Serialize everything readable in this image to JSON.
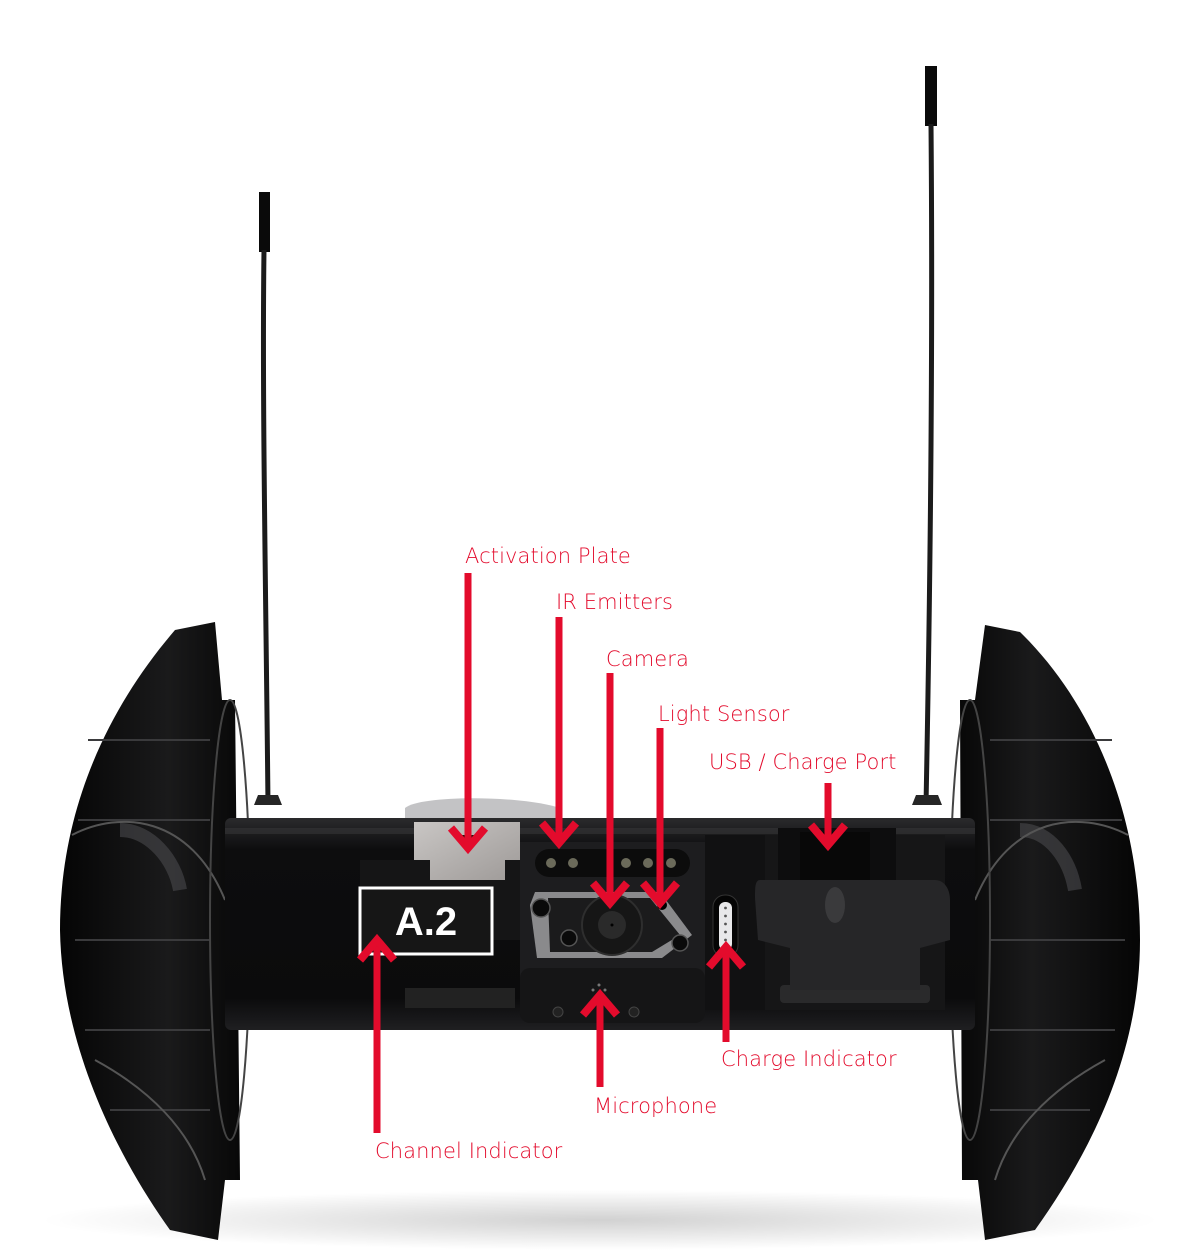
{
  "diagram": {
    "subject": "Two-wheeled throwable robot, front view",
    "accent_color": "#e30b2c",
    "badge_text": "A.2",
    "callouts": [
      {
        "id": "activation-plate",
        "label": "Activation Plate",
        "arrow": "down"
      },
      {
        "id": "ir-emitters",
        "label": "IR Emitters",
        "arrow": "down"
      },
      {
        "id": "camera",
        "label": "Camera",
        "arrow": "down"
      },
      {
        "id": "light-sensor",
        "label": "Light Sensor",
        "arrow": "down"
      },
      {
        "id": "usb-charge-port",
        "label": "USB / Charge Port",
        "arrow": "down"
      },
      {
        "id": "channel-indicator",
        "label": "Channel Indicator",
        "arrow": "up"
      },
      {
        "id": "microphone",
        "label": "Microphone",
        "arrow": "up"
      },
      {
        "id": "charge-indicator",
        "label": "Charge Indicator",
        "arrow": "up"
      }
    ]
  }
}
